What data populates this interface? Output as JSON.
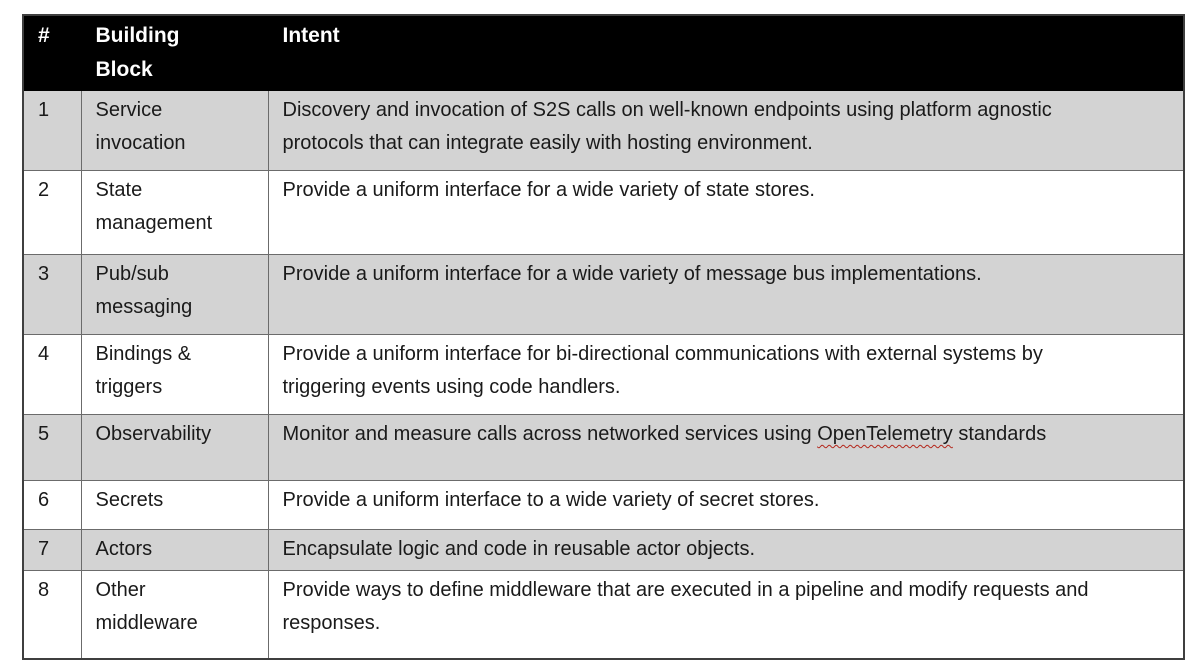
{
  "table": {
    "headers": [
      "#",
      "Building Block",
      "Intent"
    ],
    "rows": [
      {
        "num": "1",
        "block": "Service invocation",
        "intent": "Discovery and invocation of S2S calls on well-known endpoints using platform agnostic protocols that can integrate easily with hosting environment."
      },
      {
        "num": "2",
        "block": "State management",
        "intent": "Provide a uniform interface for a wide variety of state stores."
      },
      {
        "num": "3",
        "block": "Pub/sub messaging",
        "intent": "Provide a uniform interface for a wide variety of message bus implementations."
      },
      {
        "num": "4",
        "block": "Bindings & triggers",
        "intent": "Provide a uniform interface for bi-directional communications with external systems by triggering events using code handlers."
      },
      {
        "num": "5",
        "block": "Observability",
        "intent_prefix": "Monitor and measure calls across networked services using ",
        "misspelled_word": "OpenTelemetry",
        "intent_suffix": " standards"
      },
      {
        "num": "6",
        "block": "Secrets",
        "intent": "Provide a uniform interface to a wide variety of secret stores."
      },
      {
        "num": "7",
        "block": "Actors",
        "intent": "Encapsulate logic and code in reusable actor objects."
      },
      {
        "num": "8",
        "block": "Other middleware",
        "intent": "Provide ways to define middleware that are executed in a pipeline and modify requests and responses."
      }
    ],
    "colors": {
      "header_bg": "#000000",
      "header_text": "#ffffff",
      "row_shaded_bg": "#d3d3d3",
      "row_plain_bg": "#ffffff",
      "border": "#6b6b6b",
      "outer_border": "#3f3f3f",
      "spellcheck_underline": "#b3251a"
    }
  }
}
